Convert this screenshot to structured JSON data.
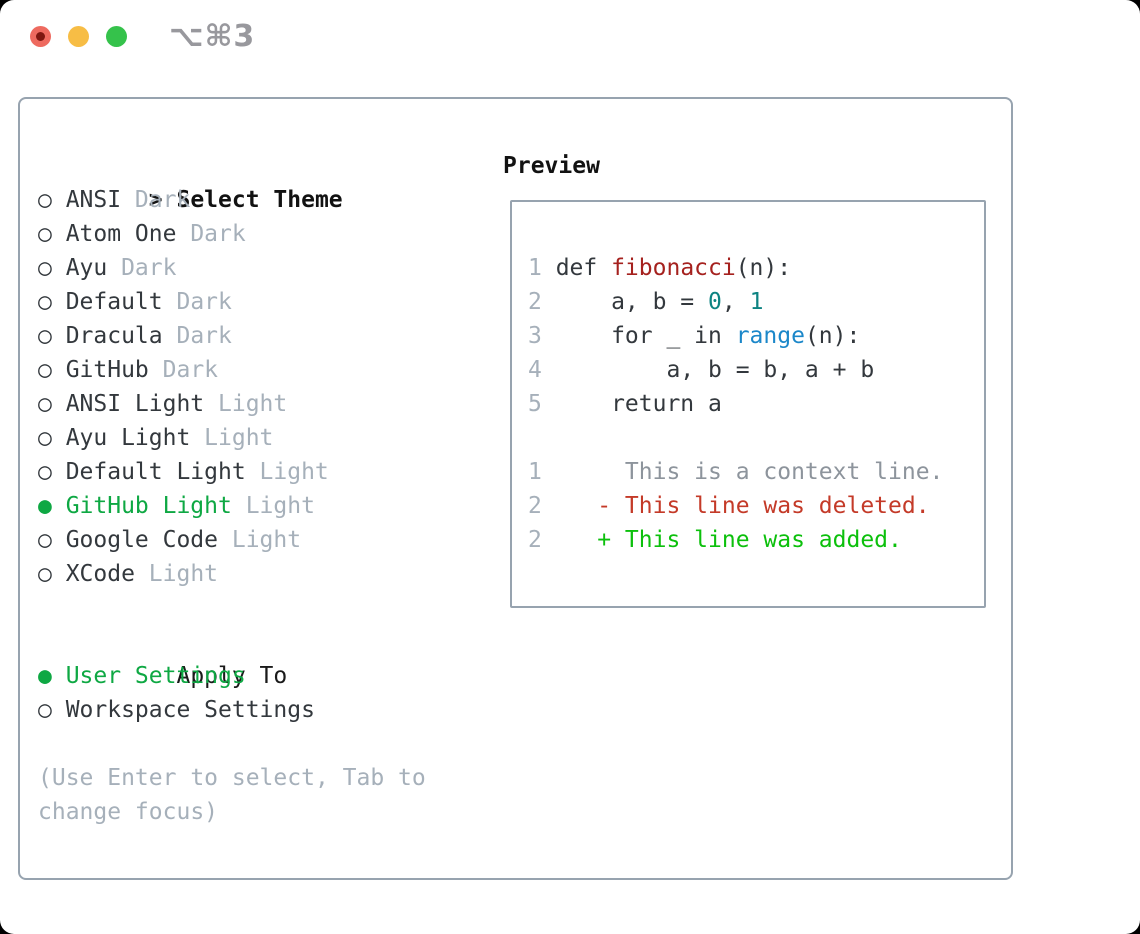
{
  "window": {
    "title": "⌥⌘3"
  },
  "traffic_lights": {
    "close_color": "#ee6a5f",
    "close_dot_color": "#7e1710",
    "minimize_color": "#f7bd45",
    "zoom_color": "#35c24b"
  },
  "theme_picker": {
    "header_prefix": ">",
    "header": "Select Theme",
    "unselected_marker": "○",
    "selected_marker": "●",
    "items": [
      {
        "name": "ANSI",
        "variant": "Dark",
        "selected": false
      },
      {
        "name": "Atom One",
        "variant": "Dark",
        "selected": false
      },
      {
        "name": "Ayu",
        "variant": "Dark",
        "selected": false
      },
      {
        "name": "Default",
        "variant": "Dark",
        "selected": false
      },
      {
        "name": "Dracula",
        "variant": "Dark",
        "selected": false
      },
      {
        "name": "GitHub",
        "variant": "Dark",
        "selected": false
      },
      {
        "name": "ANSI Light",
        "variant": "Light",
        "selected": false
      },
      {
        "name": "Ayu Light",
        "variant": "Light",
        "selected": false
      },
      {
        "name": "Default Light",
        "variant": "Light",
        "selected": false
      },
      {
        "name": "GitHub Light",
        "variant": "Light",
        "selected": true
      },
      {
        "name": "Google Code",
        "variant": "Light",
        "selected": false
      },
      {
        "name": "XCode",
        "variant": "Light",
        "selected": false
      }
    ]
  },
  "apply_to": {
    "header": "Apply To",
    "items": [
      {
        "name": "User Settings",
        "selected": true
      },
      {
        "name": "Workspace Settings",
        "selected": false
      }
    ]
  },
  "hint": {
    "text": "(Use Enter to select, Tab to change focus)"
  },
  "preview": {
    "header": "Preview",
    "lines": [
      {
        "num": "1",
        "segments": [
          {
            "t": "def ",
            "c": "code"
          },
          {
            "t": "fibonacci",
            "c": "function"
          },
          {
            "t": "(n):",
            "c": "code"
          }
        ]
      },
      {
        "num": "2",
        "segments": [
          {
            "t": "    a, b = ",
            "c": "code"
          },
          {
            "t": "0",
            "c": "number"
          },
          {
            "t": ", ",
            "c": "code"
          },
          {
            "t": "1",
            "c": "number"
          }
        ]
      },
      {
        "num": "3",
        "segments": [
          {
            "t": "    for _ in ",
            "c": "code"
          },
          {
            "t": "range",
            "c": "builtin"
          },
          {
            "t": "(n):",
            "c": "code"
          }
        ]
      },
      {
        "num": "4",
        "segments": [
          {
            "t": "        a, b = b, a + b",
            "c": "code"
          }
        ]
      },
      {
        "num": "5",
        "segments": [
          {
            "t": "    return a",
            "c": "code"
          }
        ]
      },
      {
        "num": "",
        "segments": []
      },
      {
        "num": "1",
        "segments": [
          {
            "t": "     This is a context line.",
            "c": "context"
          }
        ]
      },
      {
        "num": "2",
        "segments": [
          {
            "t": "   - This line was deleted.",
            "c": "deleted"
          }
        ]
      },
      {
        "num": "2",
        "segments": [
          {
            "t": "   + This line was added.",
            "c": "added"
          }
        ]
      }
    ]
  },
  "colors": {
    "selection_green": "#0ea843",
    "added_green": "#0cc00c",
    "deleted_red": "#c43a28",
    "function_red": "#a5211e",
    "number_teal": "#0d8382",
    "builtin_blue": "#1b87c9",
    "muted_gray": "#a6b0ba",
    "border_gray": "#97a3af",
    "text_dark": "#33383d"
  }
}
